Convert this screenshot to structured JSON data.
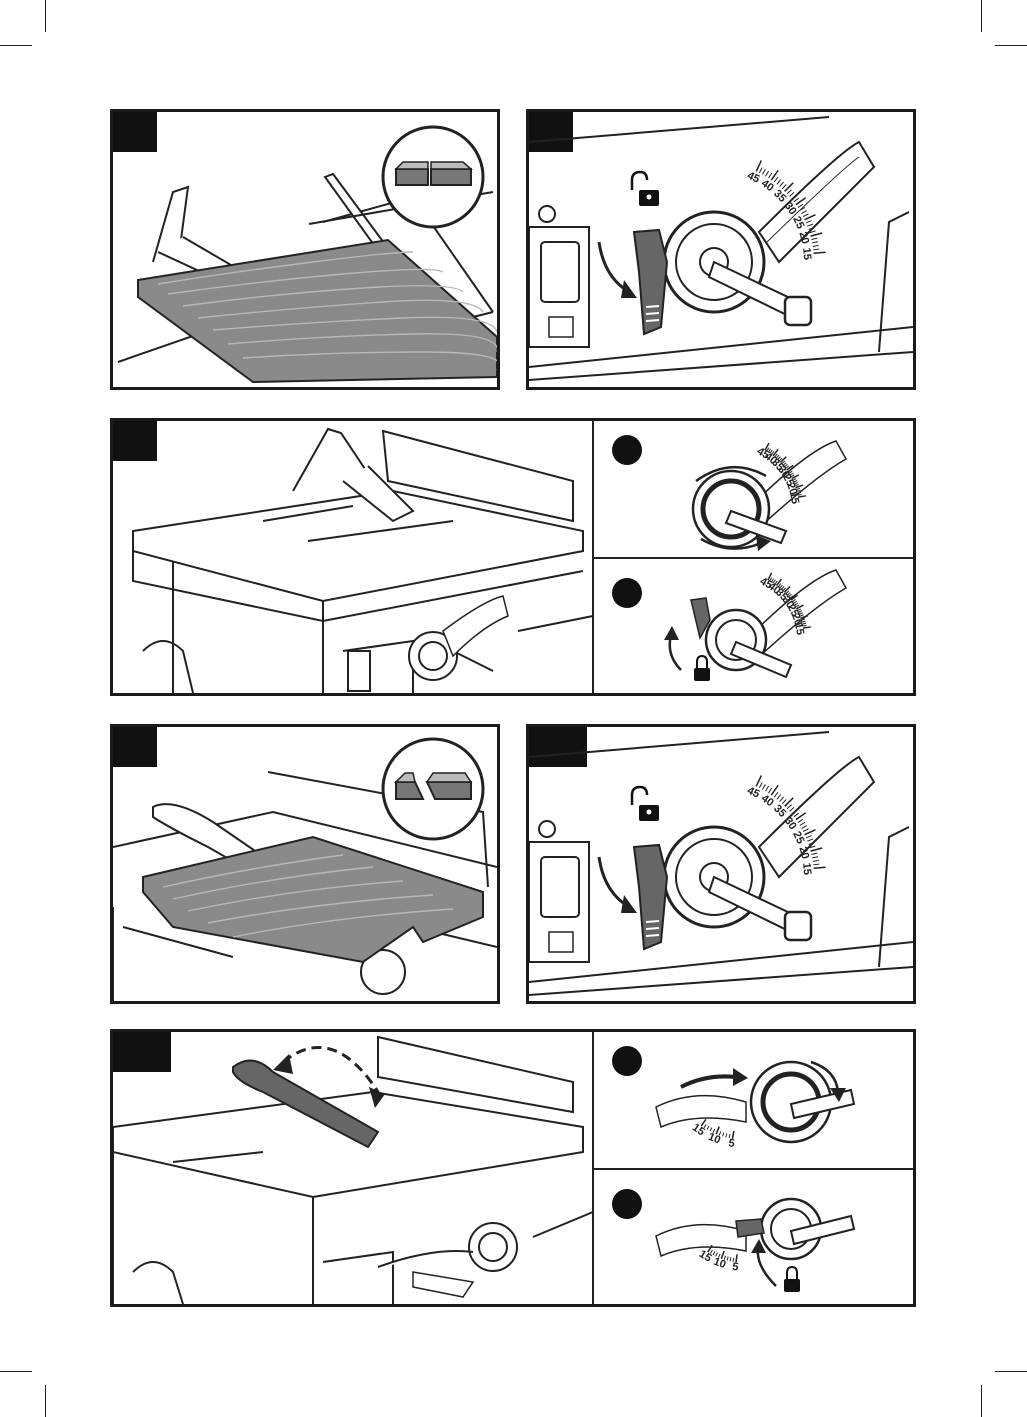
{
  "scale_labels": [
    "15",
    "20",
    "25",
    "30",
    "35",
    "40",
    "45"
  ],
  "lower_scale_labels": [
    "5",
    "10",
    "15"
  ],
  "colors": {
    "ink": "#1a1a1a",
    "lever": "#666666",
    "board": "#8a8a8a",
    "line": "#222222"
  },
  "icons": {
    "unlock": "open-padlock-icon",
    "lock": "closed-padlock-icon",
    "rotate_cw": "clockwise-arrow-icon",
    "rotate_ccw": "counterclockwise-arrow-icon"
  }
}
